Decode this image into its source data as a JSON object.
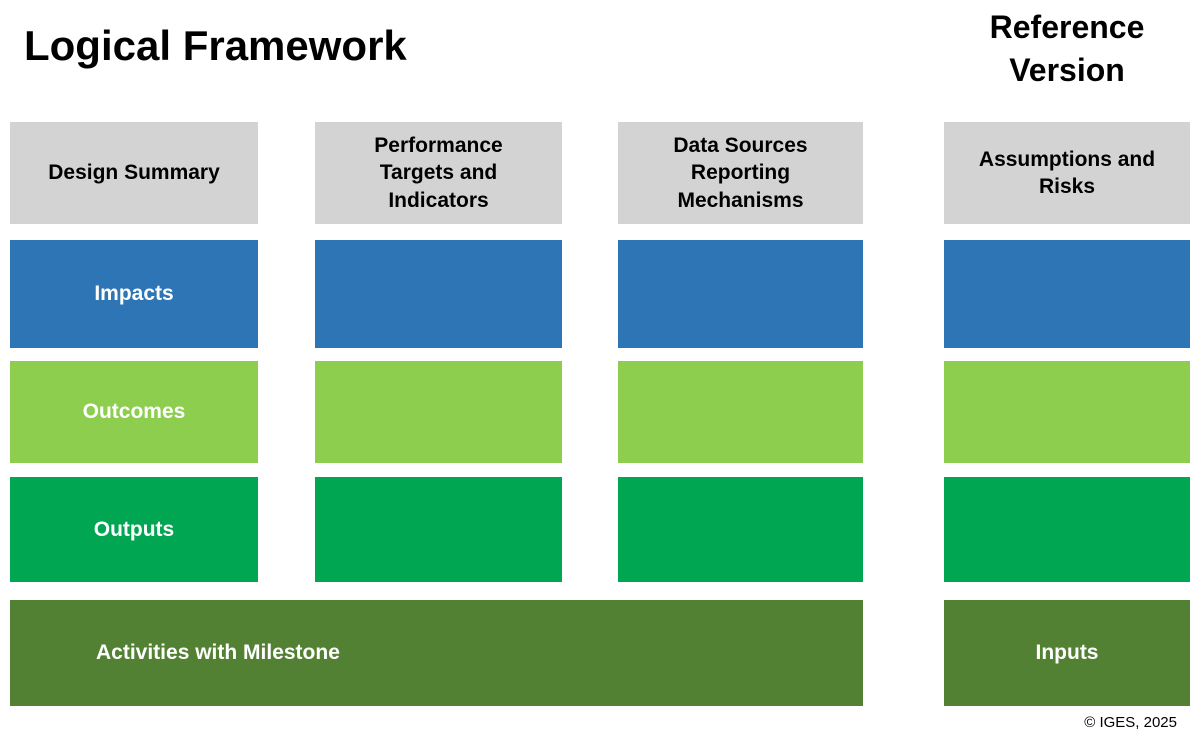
{
  "page": {
    "title": "Logical Framework",
    "reference_label": "Reference\nVersion",
    "footer": "© IGES, 2025"
  },
  "headers": [
    {
      "label": "Design Summary"
    },
    {
      "label": "Performance\nTargets and\nIndicators"
    },
    {
      "label": "Data Sources\nReporting\nMechanisms"
    },
    {
      "label": "Assumptions and\nRisks"
    }
  ],
  "rows": [
    {
      "name": "impacts",
      "label": "Impacts",
      "color": "#2E75B6"
    },
    {
      "name": "outcomes",
      "label": "Outcomes",
      "color": "#8DCE4F"
    },
    {
      "name": "outputs",
      "label": "Outputs",
      "color": "#00A651"
    }
  ],
  "bottom_row": {
    "activities_label": "Activities with Milestone",
    "inputs_label": "Inputs",
    "color": "#538134"
  },
  "colors": {
    "header_bg": "#D3D3D3",
    "header_text": "#000000",
    "text_on_color": "#FFFFFF",
    "impacts_blue": "#2E75B6",
    "outcomes_light_green": "#8DCE4F",
    "outputs_green": "#00A651",
    "activities_dark_green": "#538134"
  }
}
